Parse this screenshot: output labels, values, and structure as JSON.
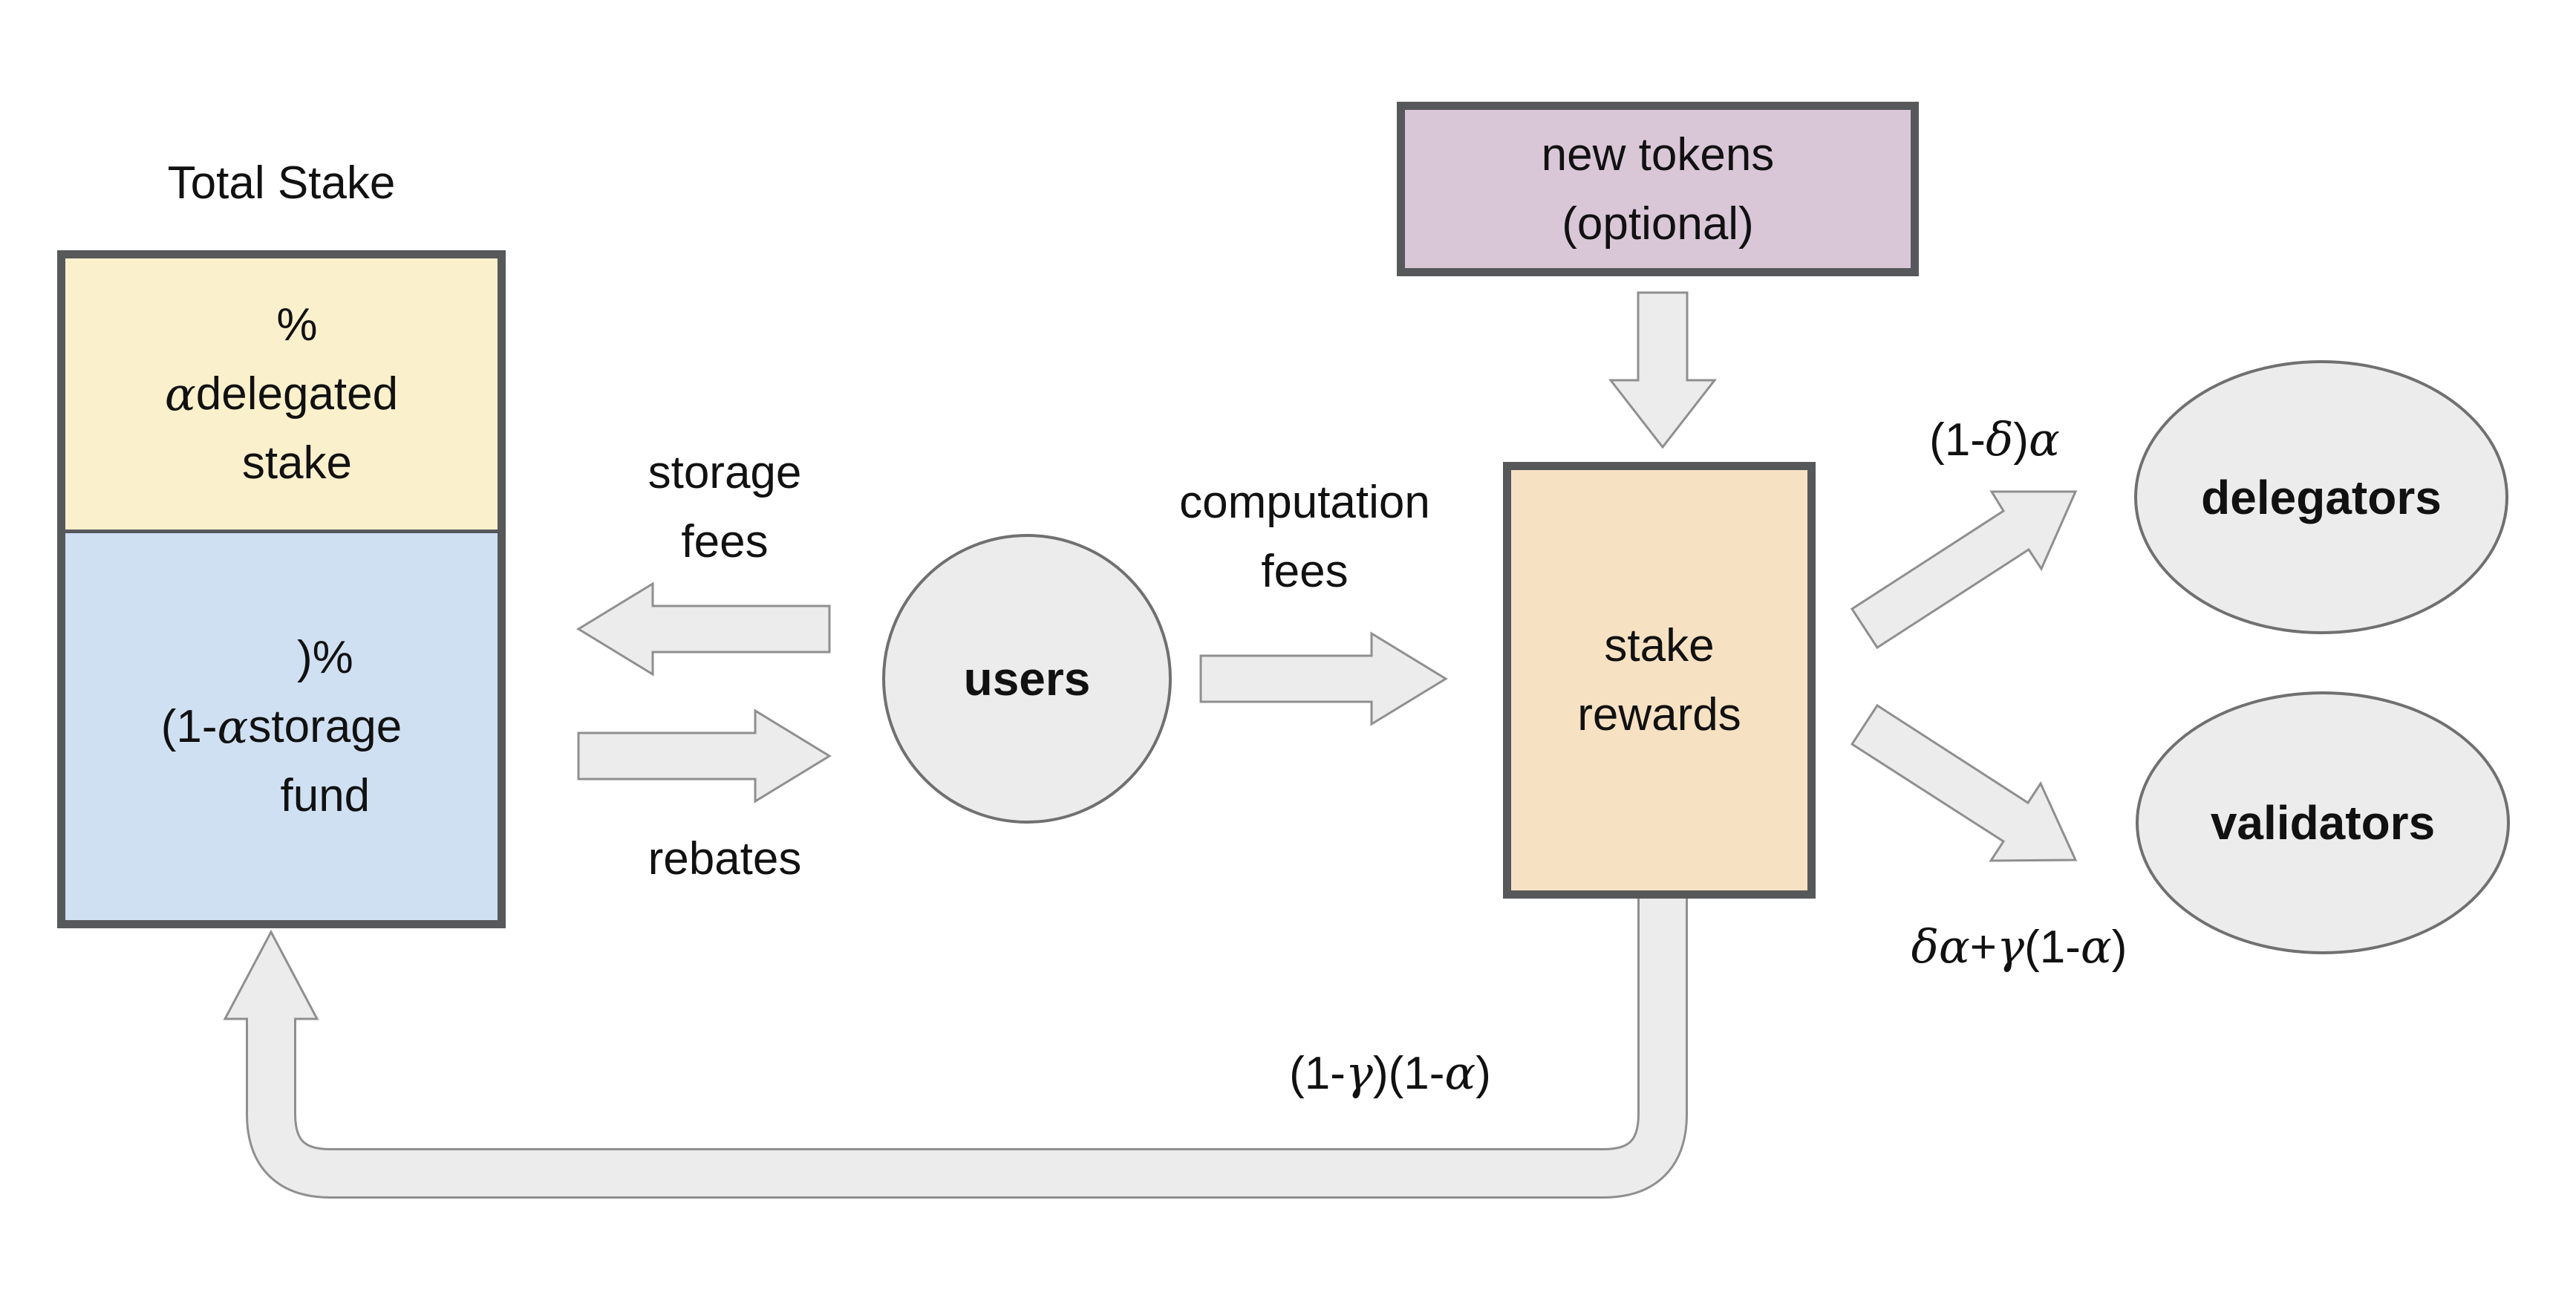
{
  "diagram": {
    "total_stake": {
      "title": "Total Stake",
      "delegated_label": "α%\ndelegated\nstake",
      "storage_label": "(1-α)%\nstorage\nfund"
    },
    "users_label": "users",
    "storage_fees_label": "storage\nfees",
    "rebates_label": "rebates",
    "computation_fees_label": "computation\nfees",
    "new_tokens": {
      "label": "new tokens\n(optional)"
    },
    "stake_rewards": {
      "label": "stake\nrewards"
    },
    "delegators_label": "delegators",
    "validators_label": "validators",
    "delegators_formula": "(1-δ)α",
    "validators_formula": "δα+γ(1-α)",
    "storage_fund_return_formula": "(1-γ)(1-α)",
    "colors": {
      "delegated_stake": "#faf0cc",
      "storage_fund": "#cfe0f2",
      "new_tokens": "#d9c7d8",
      "stake_rewards": "#f6e1c3",
      "node_fill": "#ececec",
      "border_dark": "#57585a"
    }
  }
}
